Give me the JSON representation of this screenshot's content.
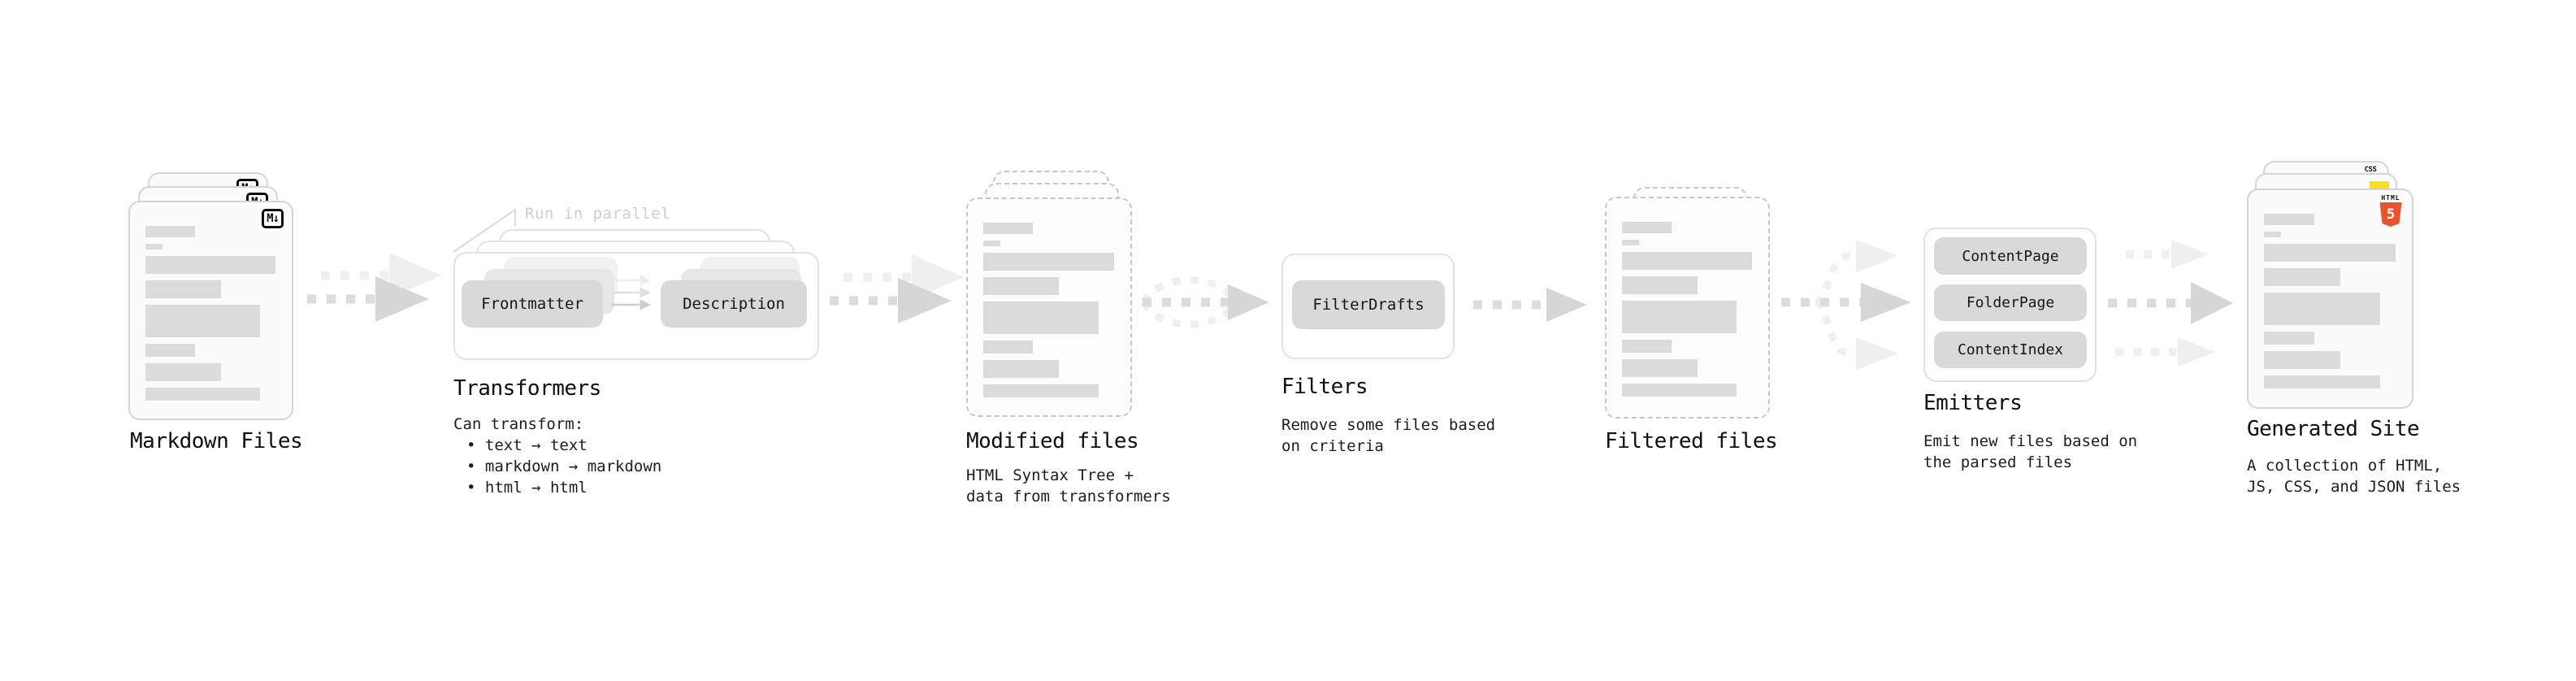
{
  "diagram": {
    "stages": {
      "markdown_files": {
        "title": "Markdown Files",
        "file_badge": "M↓"
      },
      "transformers": {
        "title": "Transformers",
        "callout": "Run in parallel",
        "pill_from": "Frontmatter",
        "pill_to": "Description",
        "note_heading": "Can transform:",
        "bullets": [
          "• text → text",
          "• markdown → markdown",
          "• html → html"
        ]
      },
      "modified_files": {
        "title": "Modified files",
        "subtitle": "HTML Syntax Tree +\ndata from transformers"
      },
      "filters": {
        "title": "Filters",
        "subtitle": "Remove some files based\non criteria",
        "pill": "FilterDrafts"
      },
      "filtered_files": {
        "title": "Filtered files"
      },
      "emitters": {
        "title": "Emitters",
        "subtitle": "Emit new files based on\nthe parsed files",
        "pills": [
          "ContentPage",
          "FolderPage",
          "ContentIndex"
        ]
      },
      "generated_site": {
        "title": "Generated Site",
        "subtitle": "A collection of HTML,\nJS, CSS, and JSON files",
        "badge_css": "CSS",
        "badge_html_top": "HTML",
        "badge_html_number": "5"
      }
    },
    "colors": {
      "html5_orange": "#e8542f",
      "js_yellow": "#f7df1e",
      "css_blue": "#2663f2",
      "arrow_dark": "#dcdcdc",
      "arrow_light": "#f0f0f0",
      "placeholder_bar": "#dbdbdb"
    }
  }
}
